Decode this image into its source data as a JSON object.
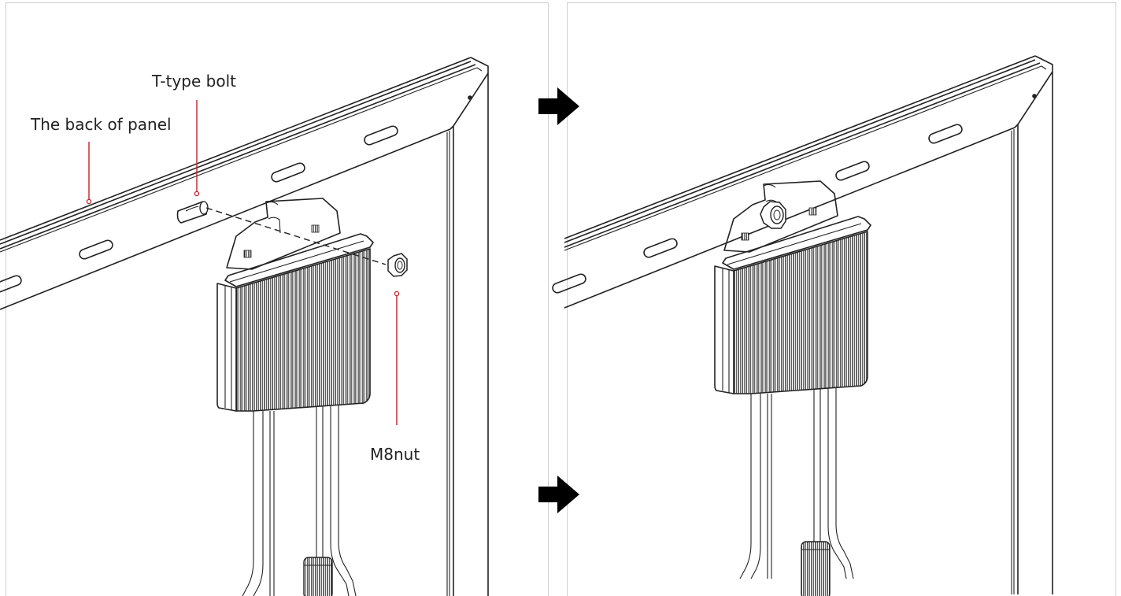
{
  "labels": {
    "back_of_panel": "The back of panel",
    "t_bolt": "T-type bolt",
    "nut": "M8nut"
  },
  "colors": {
    "leader": "#c4202a",
    "line": "#222222",
    "arrow": "#000000",
    "panel_border": "#cfcfcf"
  },
  "icons": {
    "step_arrow": "right-arrow-icon"
  }
}
